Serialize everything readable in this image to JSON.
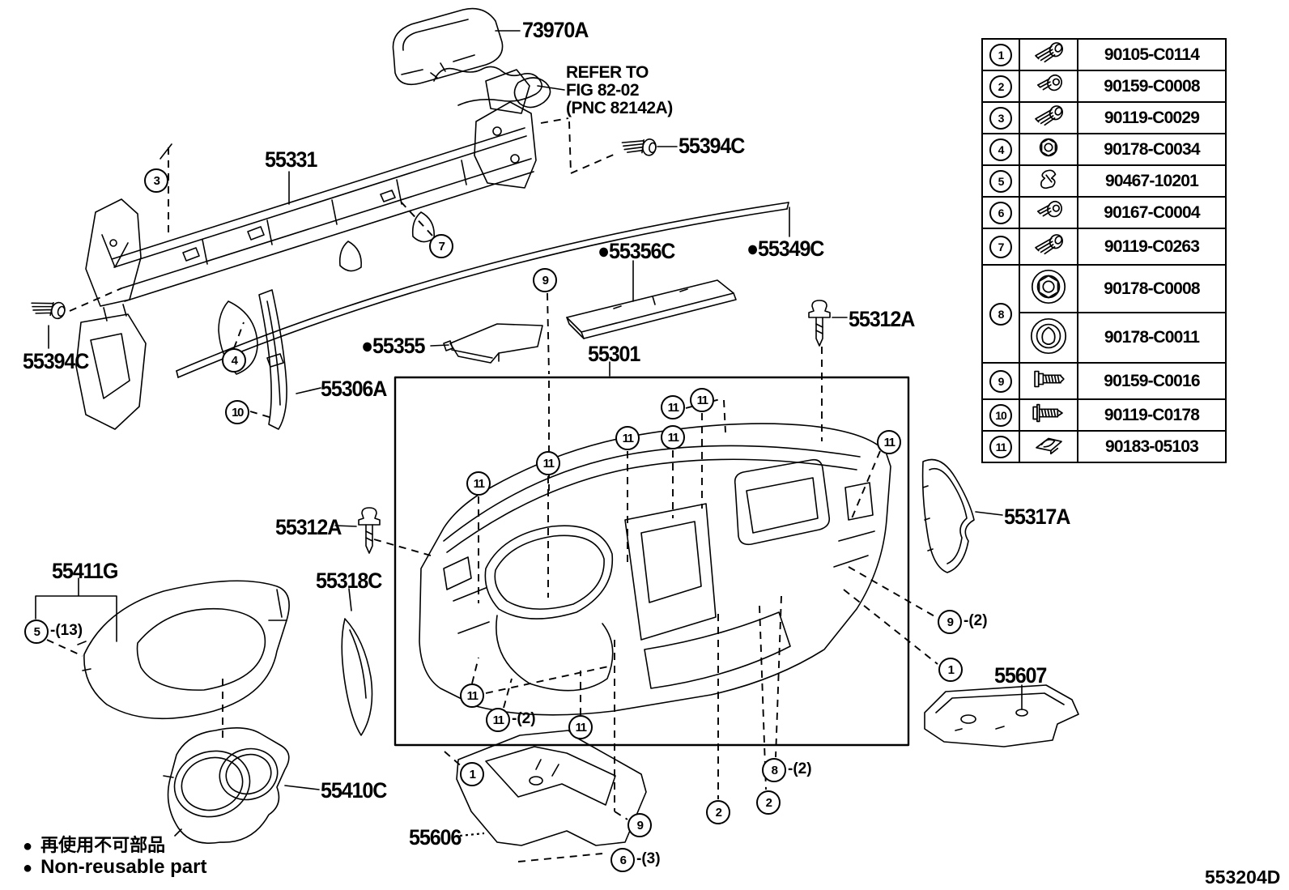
{
  "diagram_code": "553204D",
  "note": {
    "lines": [
      "REFER TO",
      "FIG 82-02",
      "(PNC 82142A)"
    ]
  },
  "legend": {
    "items": [
      {
        "symbol": "●",
        "text": "再使用不可部品"
      },
      {
        "symbol": "●",
        "text": "Non-reusable part"
      }
    ]
  },
  "part_labels": [
    {
      "text": "73970A"
    },
    {
      "text": "55394C"
    },
    {
      "text": "55331"
    },
    {
      "text": "●55356C"
    },
    {
      "text": "●55349C"
    },
    {
      "text": "●55355"
    },
    {
      "text": "55301"
    },
    {
      "text": "55312A"
    },
    {
      "text": "55312A"
    },
    {
      "text": "55306A"
    },
    {
      "text": "55317A"
    },
    {
      "text": "55411G"
    },
    {
      "text": "55318C"
    },
    {
      "text": "55410C"
    },
    {
      "text": "55606"
    },
    {
      "text": "55607"
    },
    {
      "text": "55394C"
    }
  ],
  "callouts": [
    {
      "n": "3",
      "s": ""
    },
    {
      "n": "7",
      "s": ""
    },
    {
      "n": "9",
      "s": ""
    },
    {
      "n": "4",
      "s": ""
    },
    {
      "n": "10",
      "s": ""
    },
    {
      "n": "5",
      "s": "-(13)"
    },
    {
      "n": "11",
      "s": ""
    },
    {
      "n": "11",
      "s": ""
    },
    {
      "n": "11",
      "s": ""
    },
    {
      "n": "11",
      "s": ""
    },
    {
      "n": "11",
      "s": ""
    },
    {
      "n": "11",
      "s": ""
    },
    {
      "n": "11",
      "s": ""
    },
    {
      "n": "11",
      "s": ""
    },
    {
      "n": "11",
      "s": "-(2)"
    },
    {
      "n": "11",
      "s": ""
    },
    {
      "n": "1",
      "s": ""
    },
    {
      "n": "9",
      "s": ""
    },
    {
      "n": "6",
      "s": "-(3)"
    },
    {
      "n": "2",
      "s": ""
    },
    {
      "n": "2",
      "s": ""
    },
    {
      "n": "8",
      "s": "-(2)"
    },
    {
      "n": "9",
      "s": "-(2)"
    },
    {
      "n": "1",
      "s": ""
    }
  ],
  "fastener_table": {
    "rows": [
      {
        "no": "1",
        "icon": "tapping-screw-icon",
        "part_number": "90105-C0114"
      },
      {
        "no": "2",
        "icon": "washer-screw-icon",
        "part_number": "90159-C0008"
      },
      {
        "no": "3",
        "icon": "tapping-screw-icon",
        "part_number": "90119-C0029"
      },
      {
        "no": "4",
        "icon": "nut-icon",
        "part_number": "90178-C0034"
      },
      {
        "no": "5",
        "icon": "clip-icon",
        "part_number": "90467-10201"
      },
      {
        "no": "6",
        "icon": "washer-screw-icon",
        "part_number": "90167-C0004"
      },
      {
        "no": "7",
        "icon": "tapping-screw-icon",
        "part_number": "90119-C0263"
      },
      {
        "no": "8",
        "icon": "grommet-icon",
        "part_number": "90178-C0008"
      },
      {
        "no": "",
        "icon": "grommet-icon",
        "part_number": "90178-C0011"
      },
      {
        "no": "9",
        "icon": "hex-bolt-icon",
        "part_number": "90159-C0016"
      },
      {
        "no": "10",
        "icon": "hex-bolt-icon",
        "part_number": "90119-C0178"
      },
      {
        "no": "11",
        "icon": "spring-nut-icon",
        "part_number": "90183-05103"
      }
    ]
  }
}
